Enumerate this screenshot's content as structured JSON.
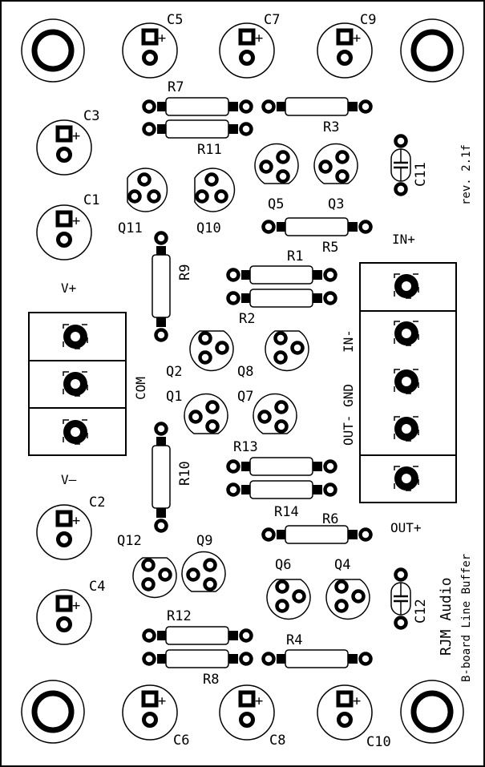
{
  "board": {
    "revision": "rev. 2.1f",
    "brand": "RJM Audio",
    "product": "B-board Line Buffer"
  },
  "connectors": {
    "power": {
      "vplus": "V+",
      "com": "COM",
      "vminus": "V–"
    },
    "signal": {
      "in_plus": "IN+",
      "in_minus": "IN-",
      "out_gnd": "OUT- GND",
      "out_plus": "OUT+"
    }
  },
  "capacitors": {
    "C1": "C1",
    "C2": "C2",
    "C3": "C3",
    "C4": "C4",
    "C5": "C5",
    "C6": "C6",
    "C7": "C7",
    "C8": "C8",
    "C9": "C9",
    "C10": "C10",
    "C11": "C11",
    "C12": "C12",
    "polarity": "+"
  },
  "resistors": {
    "R1": "R1",
    "R2": "R2",
    "R3": "R3",
    "R4": "R4",
    "R5": "R5",
    "R6": "R6",
    "R7": "R7",
    "R8": "R8",
    "R9": "R9",
    "R10": "R10",
    "R11": "R11",
    "R12": "R12",
    "R13": "R13",
    "R14": "R14"
  },
  "transistors": {
    "Q1": "Q1",
    "Q2": "Q2",
    "Q3": "Q3",
    "Q4": "Q4",
    "Q5": "Q5",
    "Q6": "Q6",
    "Q7": "Q7",
    "Q8": "Q8",
    "Q9": "Q9",
    "Q10": "Q10",
    "Q11": "Q11",
    "Q12": "Q12"
  }
}
